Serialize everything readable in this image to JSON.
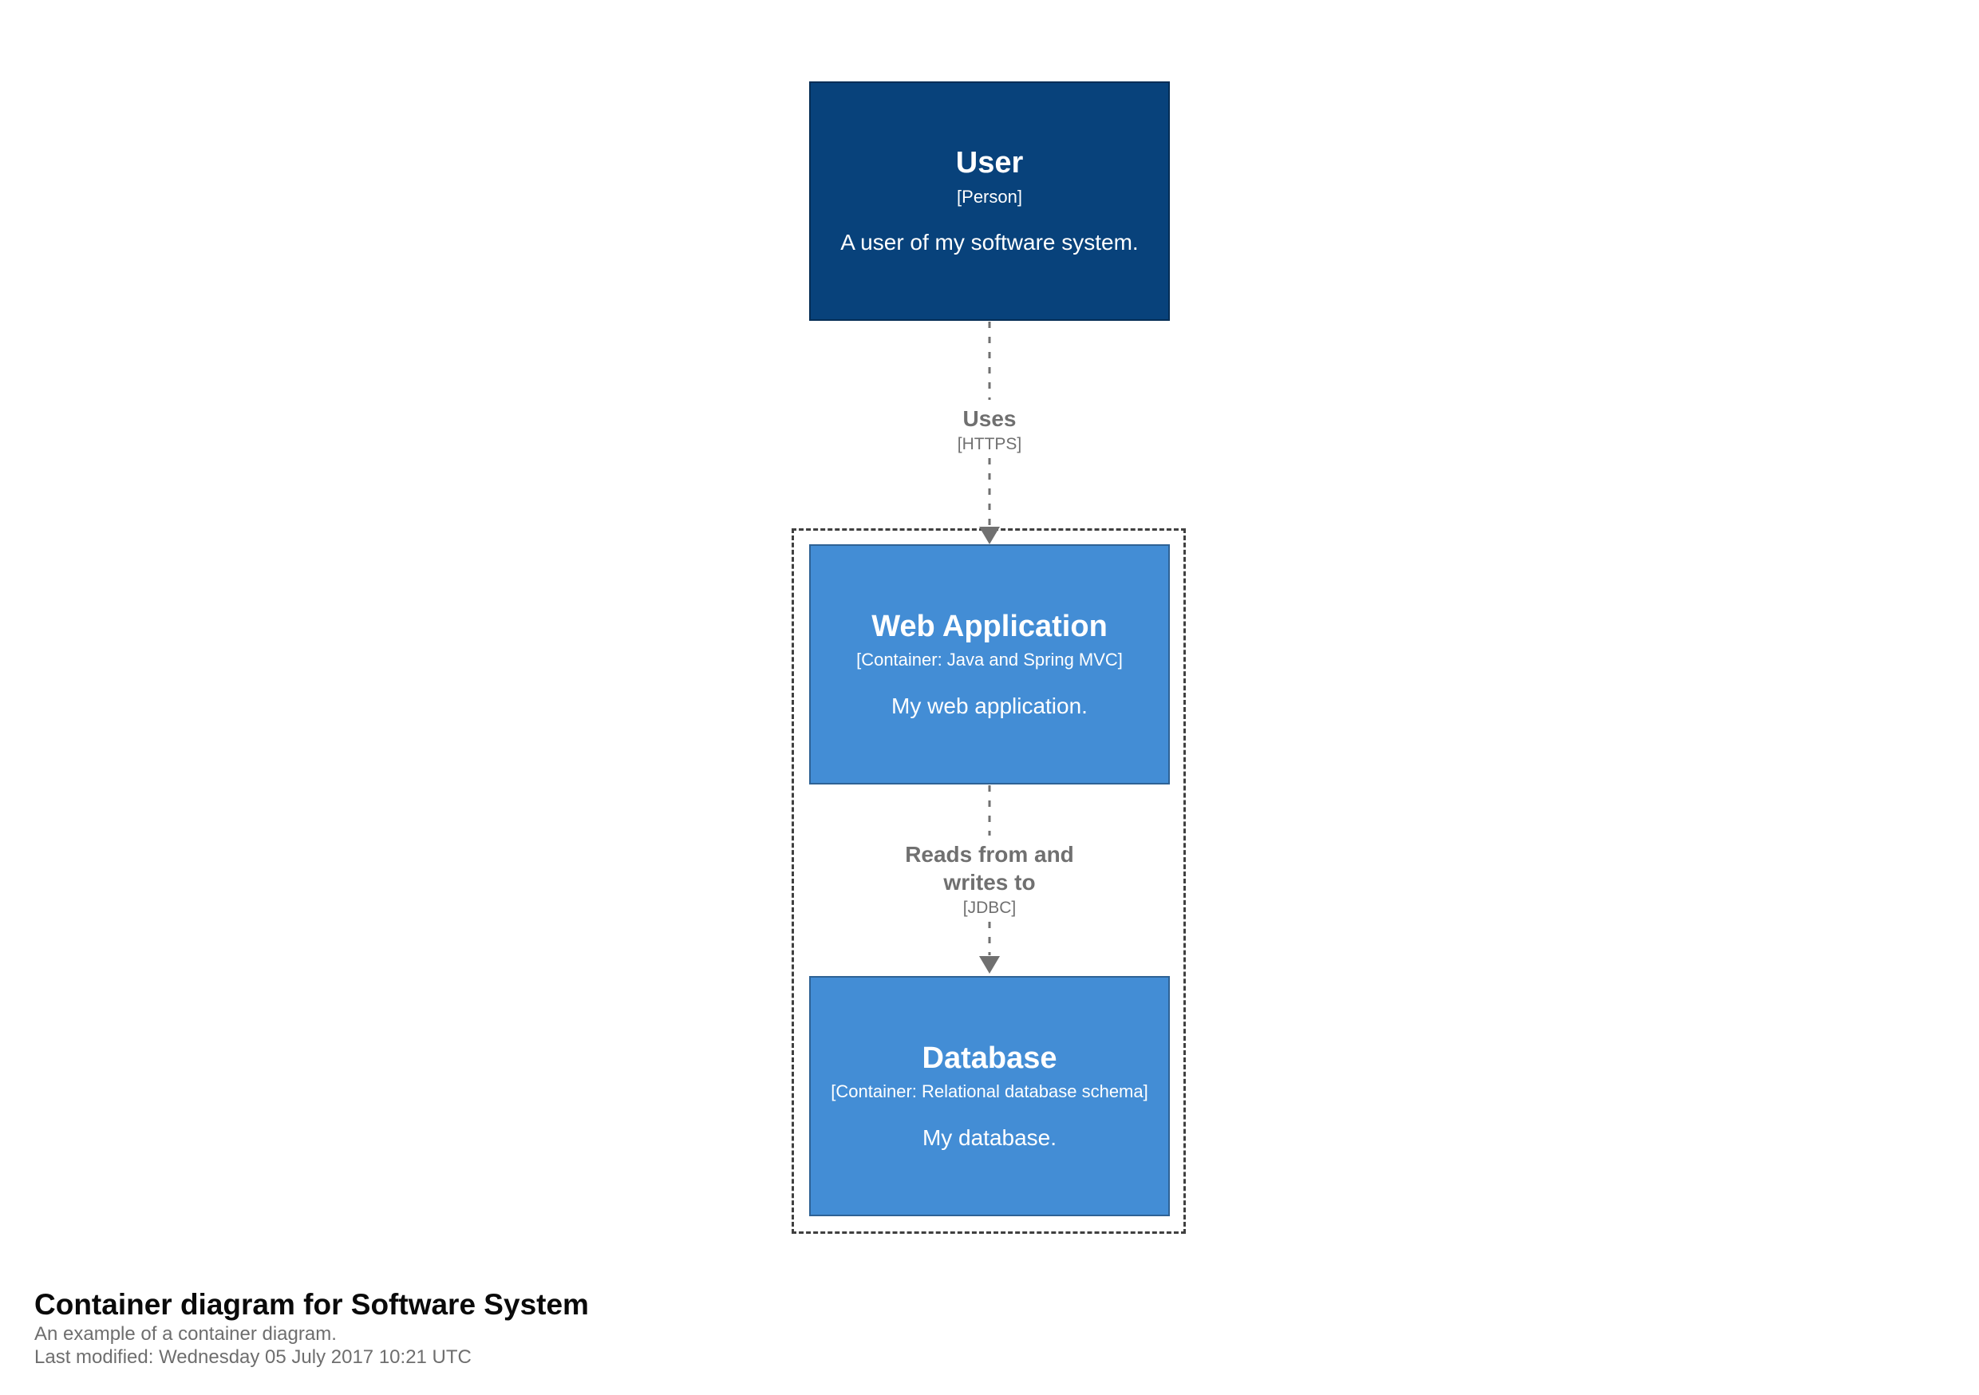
{
  "diagram": {
    "nodes": {
      "user": {
        "name": "User",
        "meta": "[Person]",
        "description": "A user of my software system.",
        "fill": "#08427B",
        "border": "#052E56"
      },
      "web_application": {
        "name": "Web Application",
        "meta": "[Container: Java and Spring MVC]",
        "description": "My web application.",
        "fill": "#438DD5",
        "border": "#2E6295"
      },
      "database": {
        "name": "Database",
        "meta": "[Container: Relational database schema]",
        "description": "My database.",
        "fill": "#438DD5",
        "border": "#2E6295"
      }
    },
    "relationships": {
      "user_to_web_application": {
        "name": "Uses",
        "technology": "[HTTPS]"
      },
      "web_application_to_database": {
        "name": "Reads from and writes to",
        "technology": "[JDBC]"
      }
    },
    "colors": {
      "relationship": "#707070",
      "boundary_border": "#404040",
      "page_background": "#ffffff"
    }
  },
  "footer": {
    "title": "Container diagram for Software System",
    "subtitle": "An example of a container diagram.",
    "last_modified": "Last modified: Wednesday 05 July 2017 10:21 UTC"
  }
}
